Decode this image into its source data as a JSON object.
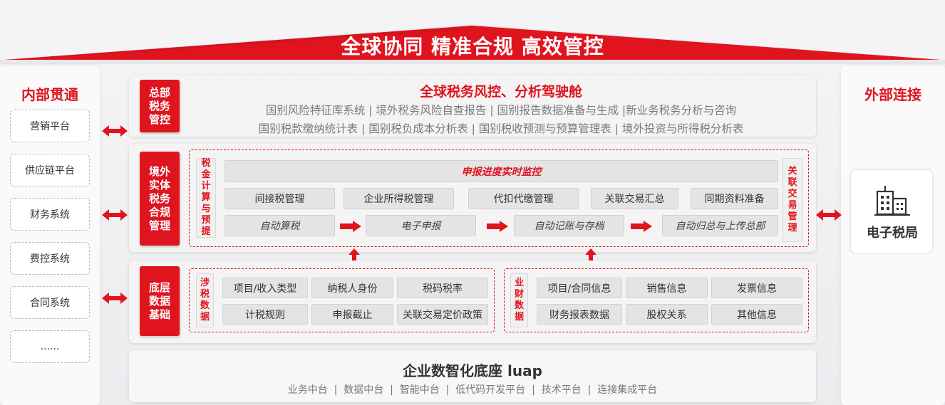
{
  "banner": {
    "title": "全球协同 精准合规  高效管控"
  },
  "left": {
    "title": "内部贯通",
    "systems": [
      "营销平台",
      "供应链平台",
      "财务系统",
      "费控系统",
      "合同系统",
      "......"
    ]
  },
  "right": {
    "title": "外部连接",
    "bureau": "电子税局",
    "icon": "building-icon"
  },
  "hq": {
    "badge": "总部\n税务\n管控",
    "title": "全球税务风控、分析驾驶舱",
    "line1": "国别风险特征库系统 | 境外税务风险自查报告 | 国别报告数据准备与生成 |新业务税务分析与咨询",
    "line2": "国别税款缴纳统计表 | 国别税负成本分析表 | 国别税收预测与预算管理表 | 境外投资与所得税分析表"
  },
  "entity": {
    "badge": "境外\n实体\n税务\n合规\n管理",
    "left_label": "税\n金\n计\n算\n与\n预\n提",
    "right_label": "关\n联\n交\n易\n管\n理",
    "monitor": "申报进度实时监控",
    "modules": [
      "间接税管理",
      "企业所得税管理",
      "代扣代缴管理",
      "关联交易汇总",
      "同期资料准备"
    ],
    "flow": [
      "自动算税",
      "电子申报",
      "自动记账与存档",
      "自动归总与上传总部"
    ]
  },
  "base": {
    "badge": "底层\n数据\n基础",
    "tax_label": "涉\n税\n数\n据",
    "tax_items": [
      "项目/收入类型",
      "纳税人身份",
      "税码税率",
      "计税规则",
      "申报截止",
      "关联交易定价政策"
    ],
    "biz_label": "业\n财\n数\n据",
    "biz_items": [
      "项目/合同信息",
      "销售信息",
      "发票信息",
      "财务报表数据",
      "股权关系",
      "其他信息"
    ]
  },
  "platform": {
    "title": "企业数智化底座 luap",
    "subtitle": "业务中台  |  数据中台  |  智能中台  |  低代码开发平台  |  技术平台  |  连接集成平台"
  },
  "colors": {
    "accent": "#e0141f",
    "panel": "#f4f4f4",
    "cell": "#e4e4e4"
  }
}
